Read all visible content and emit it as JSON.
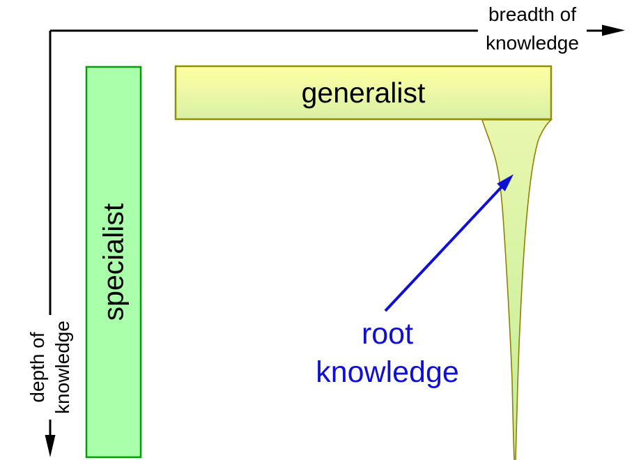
{
  "diagram": {
    "title_semantic": "breadth vs depth of knowledge diagram"
  },
  "axes": {
    "x_label": "breadth of\nknowledge",
    "y_label": "depth of\nknowledge",
    "line_color": "#000000"
  },
  "bars": {
    "generalist": {
      "label": "generalist",
      "fill_top": "#ffffa2",
      "fill_bottom": "#d9f0a6",
      "border": "#8f8f00"
    },
    "specialist": {
      "label": "specialist",
      "fill": "#aaffaa",
      "border": "#00a000"
    }
  },
  "root": {
    "label": "root\nknowledge",
    "fill_top": "#e9f7ae",
    "fill_bottom": "#c9f09d",
    "border": "#8f8000",
    "arrow_color": "#0f0fd6",
    "label_color": "#0f0fd6"
  }
}
